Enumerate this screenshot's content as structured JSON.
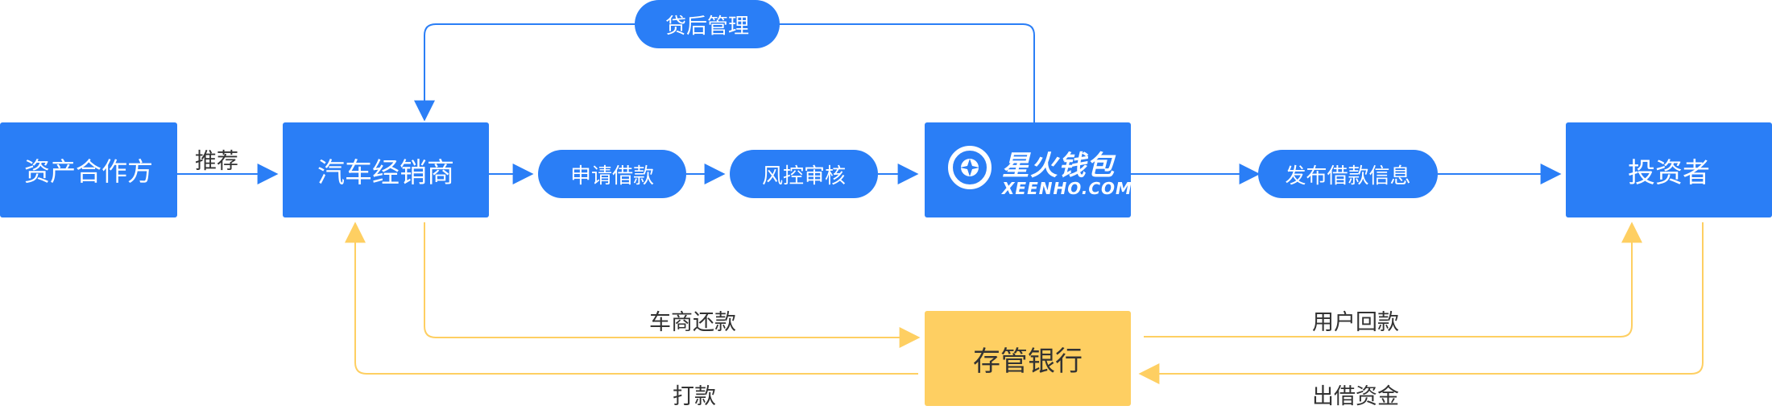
{
  "nodes": {
    "asset_partner": "资产合作方",
    "car_dealer": "汽车经销商",
    "apply_loan": "申请借款",
    "risk_review": "风控审核",
    "platform_logo_cn": "星火钱包",
    "platform_logo_en": "XEENHO.COM",
    "publish_info": "发布借款信息",
    "investor": "投资者",
    "post_loan": "贷后管理",
    "custody_bank": "存管银行"
  },
  "edge_labels": {
    "recommend": "推荐",
    "dealer_repay": "车商还款",
    "disburse": "打款",
    "user_repay": "用户回款",
    "lend_funds": "出借资金"
  },
  "colors": {
    "blue": "#2a7ef6",
    "yellow": "#fecf62",
    "text": "#333333"
  }
}
